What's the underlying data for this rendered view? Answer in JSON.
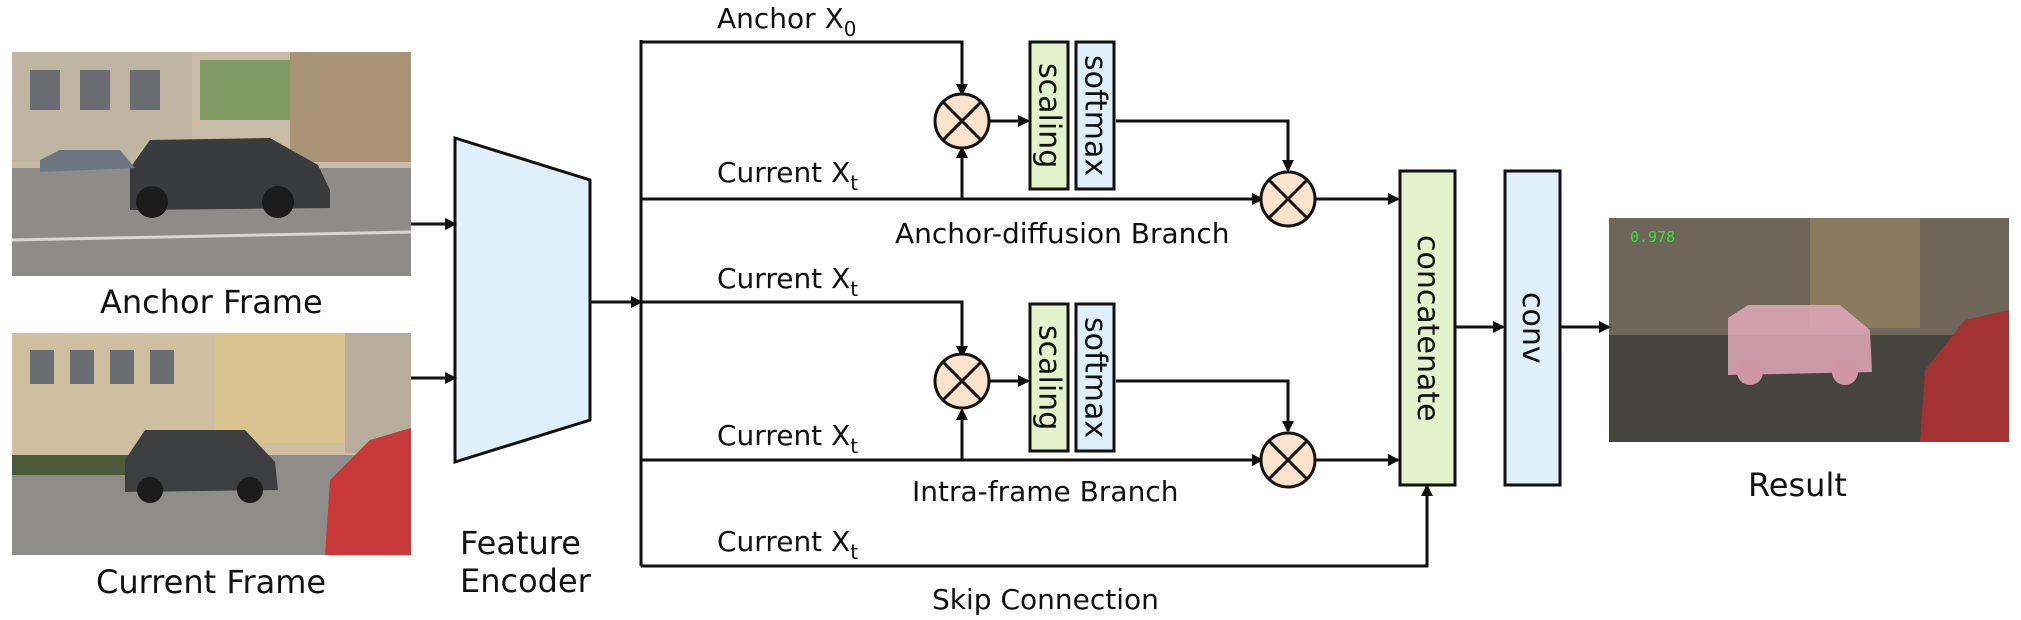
{
  "inputs": {
    "anchor_frame_label": "Anchor Frame",
    "current_frame_label": "Current Frame"
  },
  "encoder": {
    "label_line1": "Feature",
    "label_line2": "Encoder"
  },
  "streams": {
    "anchor_x0": {
      "text": "Anchor X",
      "sub": "0"
    },
    "current_xt": {
      "text": "Current X",
      "sub": "t"
    }
  },
  "branches": {
    "anchor_diffusion": "Anchor-diffusion Branch",
    "intra_frame": "Intra-frame Branch",
    "skip_connection": "Skip Connection"
  },
  "blocks": {
    "scaling": "scaling",
    "softmax": "softmax",
    "concatenate": "concatenate",
    "conv": "conv"
  },
  "output": {
    "label": "Result",
    "score": "0.978"
  },
  "colors": {
    "encoder_fill": "#dff0fa",
    "softmax_fill": "#dff0fa",
    "conv_fill": "#dff0fa",
    "scaling_fill": "#e4f2cc",
    "concatenate_fill": "#e4f2cc",
    "multiply_fill": "#fbe3cb",
    "stroke": "#111111"
  }
}
